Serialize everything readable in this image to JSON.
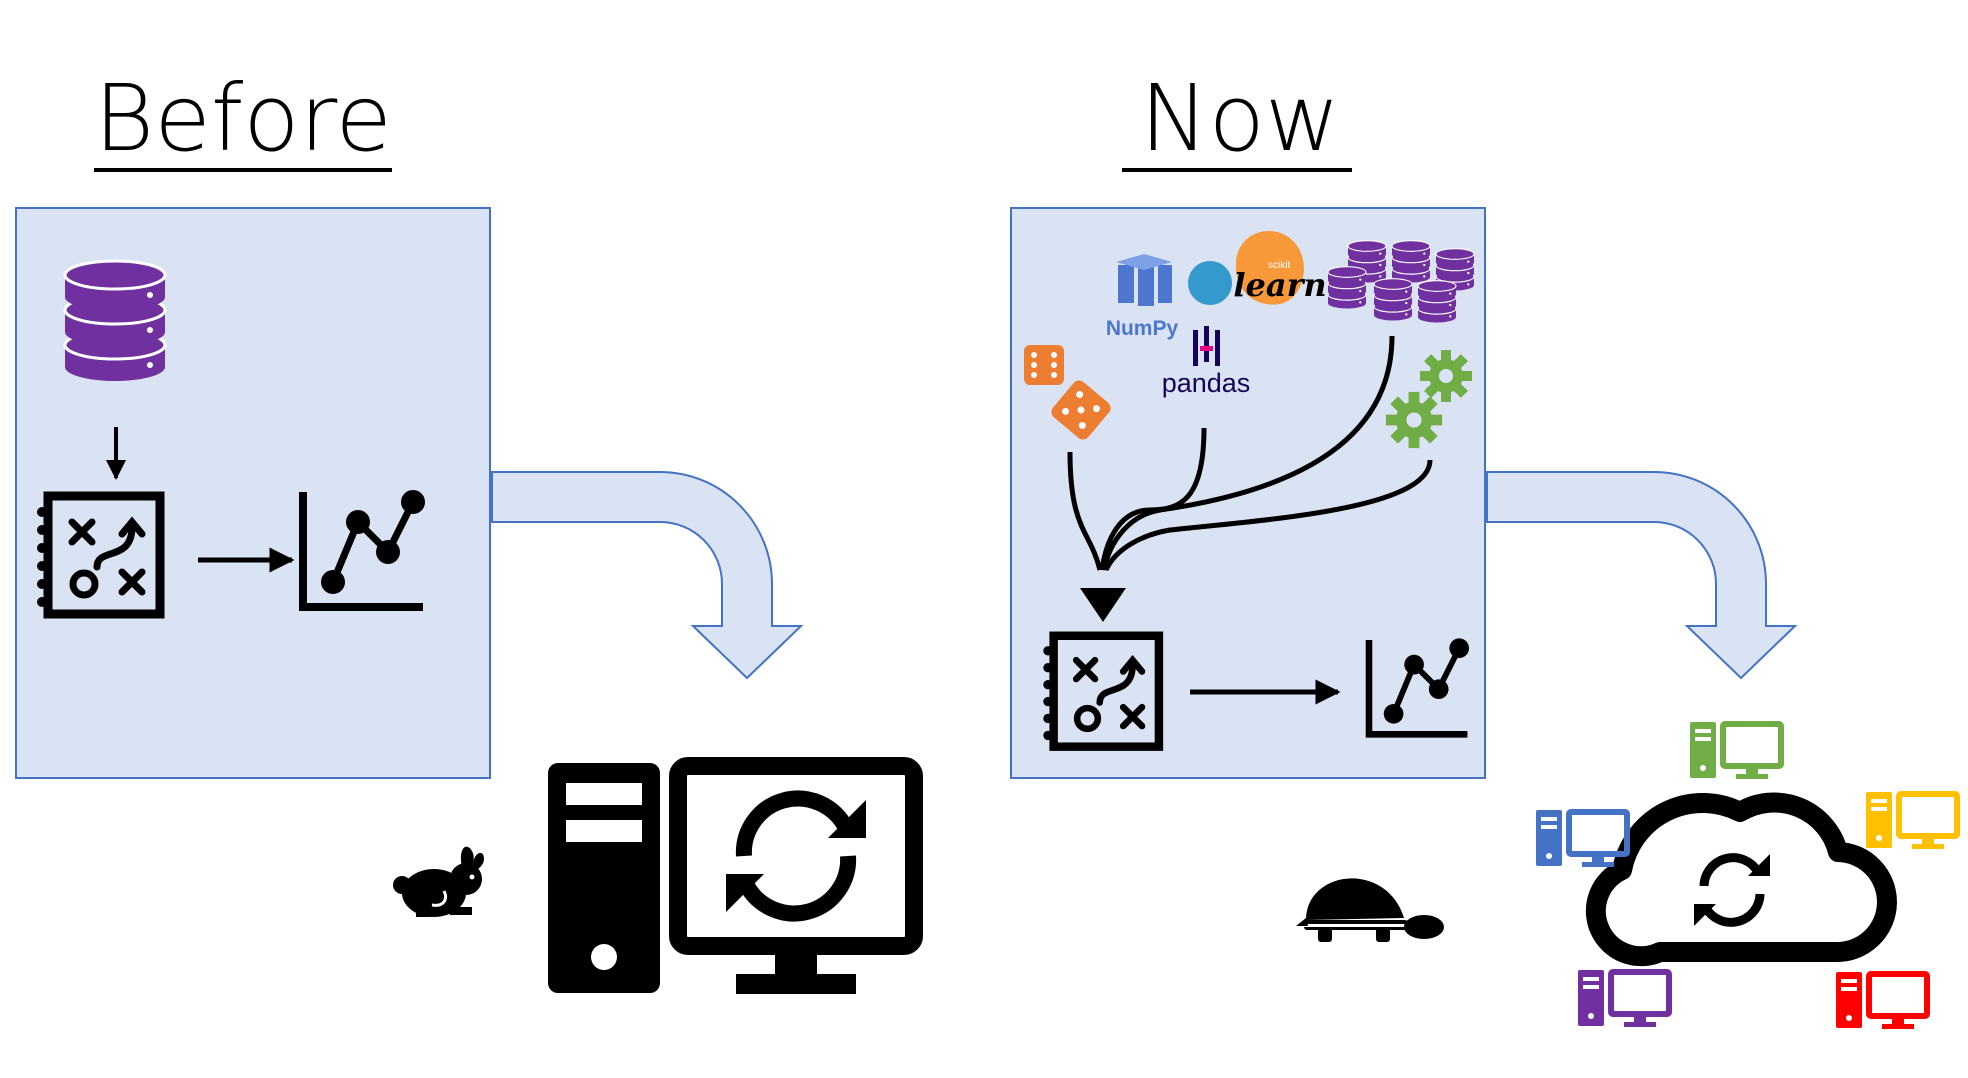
{
  "before": {
    "title": "Before"
  },
  "now": {
    "title": "Now",
    "logos": {
      "numpy": "NumPy",
      "pandas": "pandas",
      "sklearn_small": "scikit",
      "sklearn": "learn"
    }
  },
  "colors": {
    "panel_fill": "#dae3f3",
    "panel_border": "#4472c4",
    "arrow_fill": "#dae3f3",
    "arrow_border": "#4472c4",
    "database": "#7030a0",
    "dice": "#ed7d31",
    "gears": "#70ad47",
    "numpy": "#4d77cf",
    "pandas": "#150458",
    "sklearn_orange": "#f89939",
    "sklearn_blue": "#3499cd",
    "machine_green": "#70ad47",
    "machine_blue": "#4472c4",
    "machine_yellow": "#ffc000",
    "machine_purple": "#7030a0",
    "machine_red": "#ff0000"
  },
  "icons": {
    "database": "database-icon",
    "strategy": "strategy-board-icon",
    "chart": "line-chart-icon",
    "rabbit": "rabbit-icon",
    "turtle": "turtle-icon",
    "desktop": "desktop-computer-sync-icon",
    "cloud": "cloud-sync-icon",
    "dice": "dice-icon",
    "gears": "gears-icon"
  }
}
